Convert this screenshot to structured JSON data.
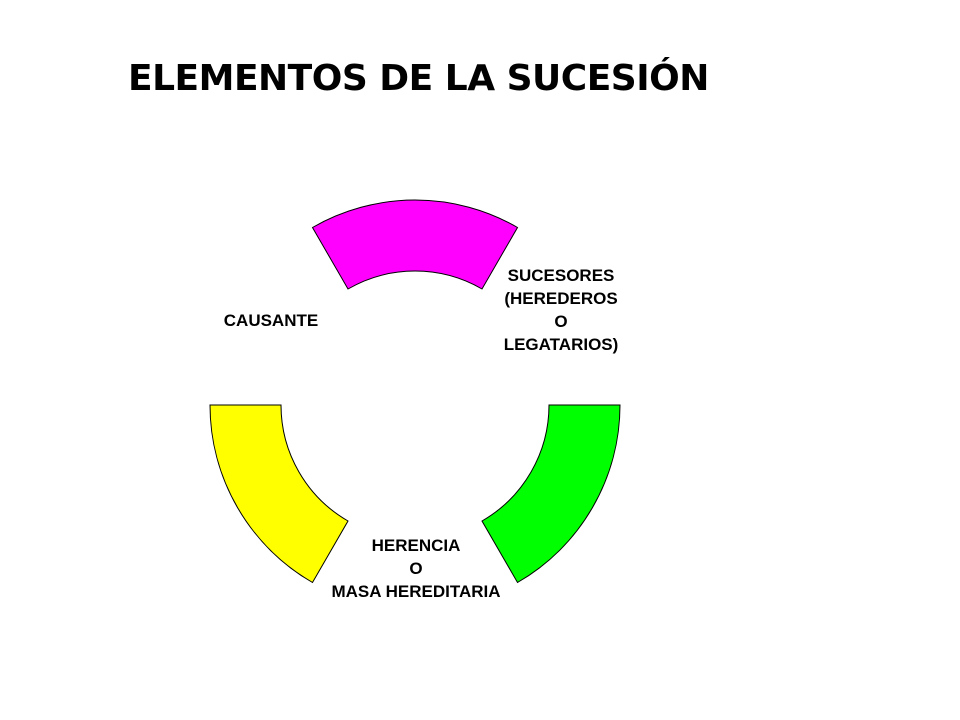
{
  "title": "ELEMENTOS DE LA SUCESIÓN",
  "diagram": {
    "type": "cycle",
    "nodes": [
      {
        "id": "causante",
        "lines": [
          "CAUSANTE"
        ],
        "color": "#FF00FF"
      },
      {
        "id": "sucesores",
        "lines": [
          "SUCESORES",
          "(HEREDEROS",
          "O",
          "LEGATARIOS)"
        ],
        "color": "#00FF00"
      },
      {
        "id": "herencia",
        "lines": [
          "HERENCIA",
          "O",
          "MASA HEREDITARIA"
        ],
        "color": "#FFFF00"
      }
    ],
    "outline_color": "#000000"
  }
}
